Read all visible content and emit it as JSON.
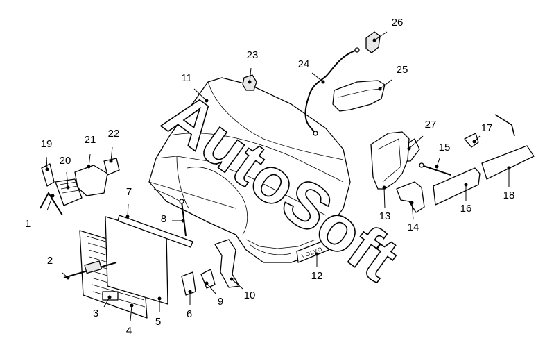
{
  "diagram": {
    "watermark": "AutoSoft",
    "badge_text": "VOLVO",
    "colors": {
      "line": "#000000",
      "background": "#ffffff"
    },
    "callouts": [
      {
        "id": "1",
        "part": "p1"
      },
      {
        "id": "2",
        "part": "p2"
      },
      {
        "id": "3",
        "part": "p3"
      },
      {
        "id": "4",
        "part": "p4"
      },
      {
        "id": "5",
        "part": "p5"
      },
      {
        "id": "6",
        "part": "p6"
      },
      {
        "id": "7",
        "part": "p7"
      },
      {
        "id": "8",
        "part": "p8"
      },
      {
        "id": "9",
        "part": "p9"
      },
      {
        "id": "10",
        "part": "p10"
      },
      {
        "id": "11",
        "part": "p11"
      },
      {
        "id": "12",
        "part": "p12"
      },
      {
        "id": "13",
        "part": "p13"
      },
      {
        "id": "14",
        "part": "p14"
      },
      {
        "id": "15",
        "part": "p15"
      },
      {
        "id": "16",
        "part": "p16"
      },
      {
        "id": "17",
        "part": "p17"
      },
      {
        "id": "18",
        "part": "p18"
      },
      {
        "id": "19",
        "part": "p19"
      },
      {
        "id": "20",
        "part": "p20"
      },
      {
        "id": "21",
        "part": "p21"
      },
      {
        "id": "22",
        "part": "p22"
      },
      {
        "id": "23",
        "part": "p23"
      },
      {
        "id": "24",
        "part": "p24"
      },
      {
        "id": "25",
        "part": "p25"
      },
      {
        "id": "26",
        "part": "p26"
      },
      {
        "id": "27",
        "part": "p27"
      }
    ]
  }
}
